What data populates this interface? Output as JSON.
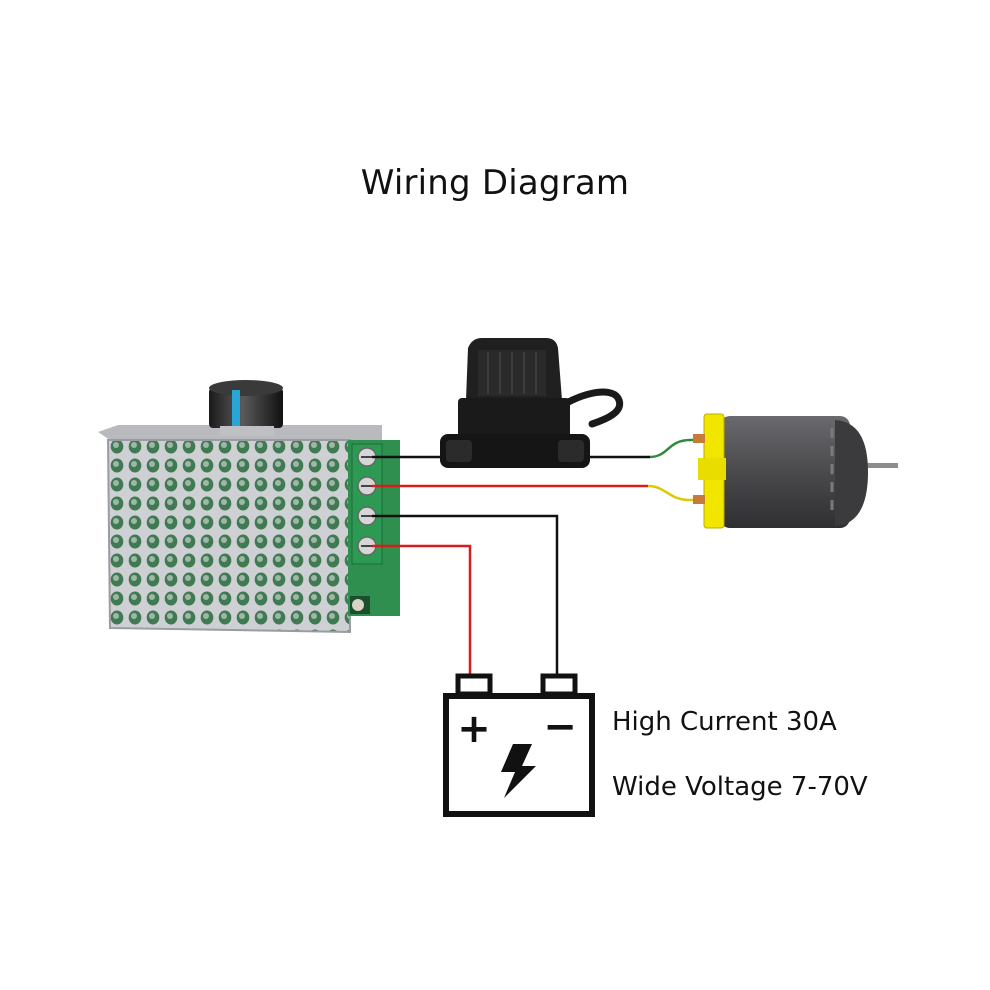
{
  "title": "Wiring Diagram",
  "battery": {
    "plus_symbol": "+",
    "minus_symbol": "−",
    "notes": [
      "High Current 30A",
      "Wide Voltage 7-70V"
    ]
  },
  "colors": {
    "wire_black": "#111111",
    "wire_red": "#d81b1b",
    "wire_green": "#2e8b3a",
    "wire_yellow": "#e0c800",
    "pcb_green": "#2f8f4e",
    "metal": "#c9c9cc",
    "motor_body": "#4a4a4d",
    "motor_cap": "#f2e600",
    "fuse_holder": "#1a1a1a"
  },
  "icons": [
    "speed-knob-icon",
    "fuse-holder-icon",
    "dc-motor-icon",
    "battery-icon",
    "lightning-bolt-icon"
  ]
}
